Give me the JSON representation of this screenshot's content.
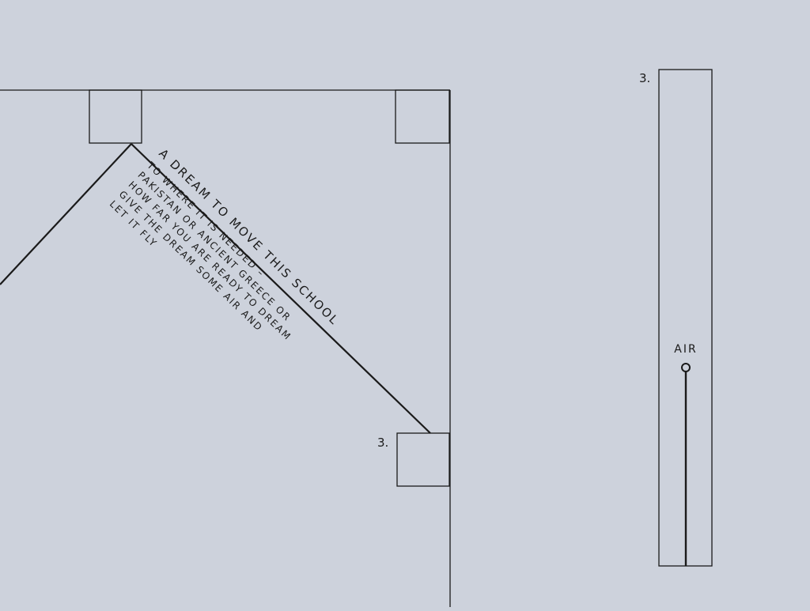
{
  "diagram": {
    "title": "A DREAM TO MOVE THIS SCHOOL",
    "body_lines": [
      "TO WHERE IT IS NEEDED –",
      "PAKISTAN OR ANCIENT GREECE OR",
      "HOW FAR YOU ARE READY TO DREAM",
      "GIVE THE DREAM SOME AIR AND",
      "LET IT FLY"
    ],
    "step_marker_bottom": "3.",
    "step_marker_side": "3.",
    "air_label": "AIR"
  },
  "colors": {
    "background": "#cdd2dc",
    "line": "#1a1a1a"
  }
}
